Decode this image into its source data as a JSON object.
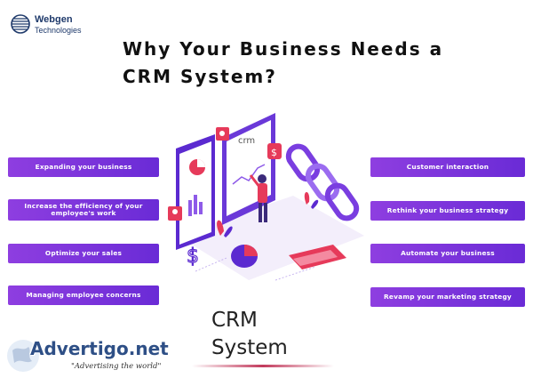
{
  "logo": {
    "name": "Webgen",
    "sub": "Technologies",
    "icon": "globe-icon"
  },
  "title": {
    "line1": "Why Your Business Needs a",
    "line2": "CRM System?"
  },
  "colors": {
    "pill": "#7a32dc",
    "accent": "#e63a5a",
    "brand": "#1f3a6b"
  },
  "left_items": [
    "Expanding your business",
    "Increase the efficiency of your employee's work",
    "Optimize your sales",
    "Managing employee concerns"
  ],
  "right_items": [
    "Customer interaction",
    "Rethink your business strategy",
    "Automate your business",
    "Revamp your marketing strategy"
  ],
  "illustration": {
    "screen_label": "crm",
    "dollar_sign": "$"
  },
  "caption": {
    "line1": "CRM",
    "line2": "System"
  },
  "watermark": {
    "name": "Advertigo.net",
    "tagline": "\"Advertising the world\""
  }
}
